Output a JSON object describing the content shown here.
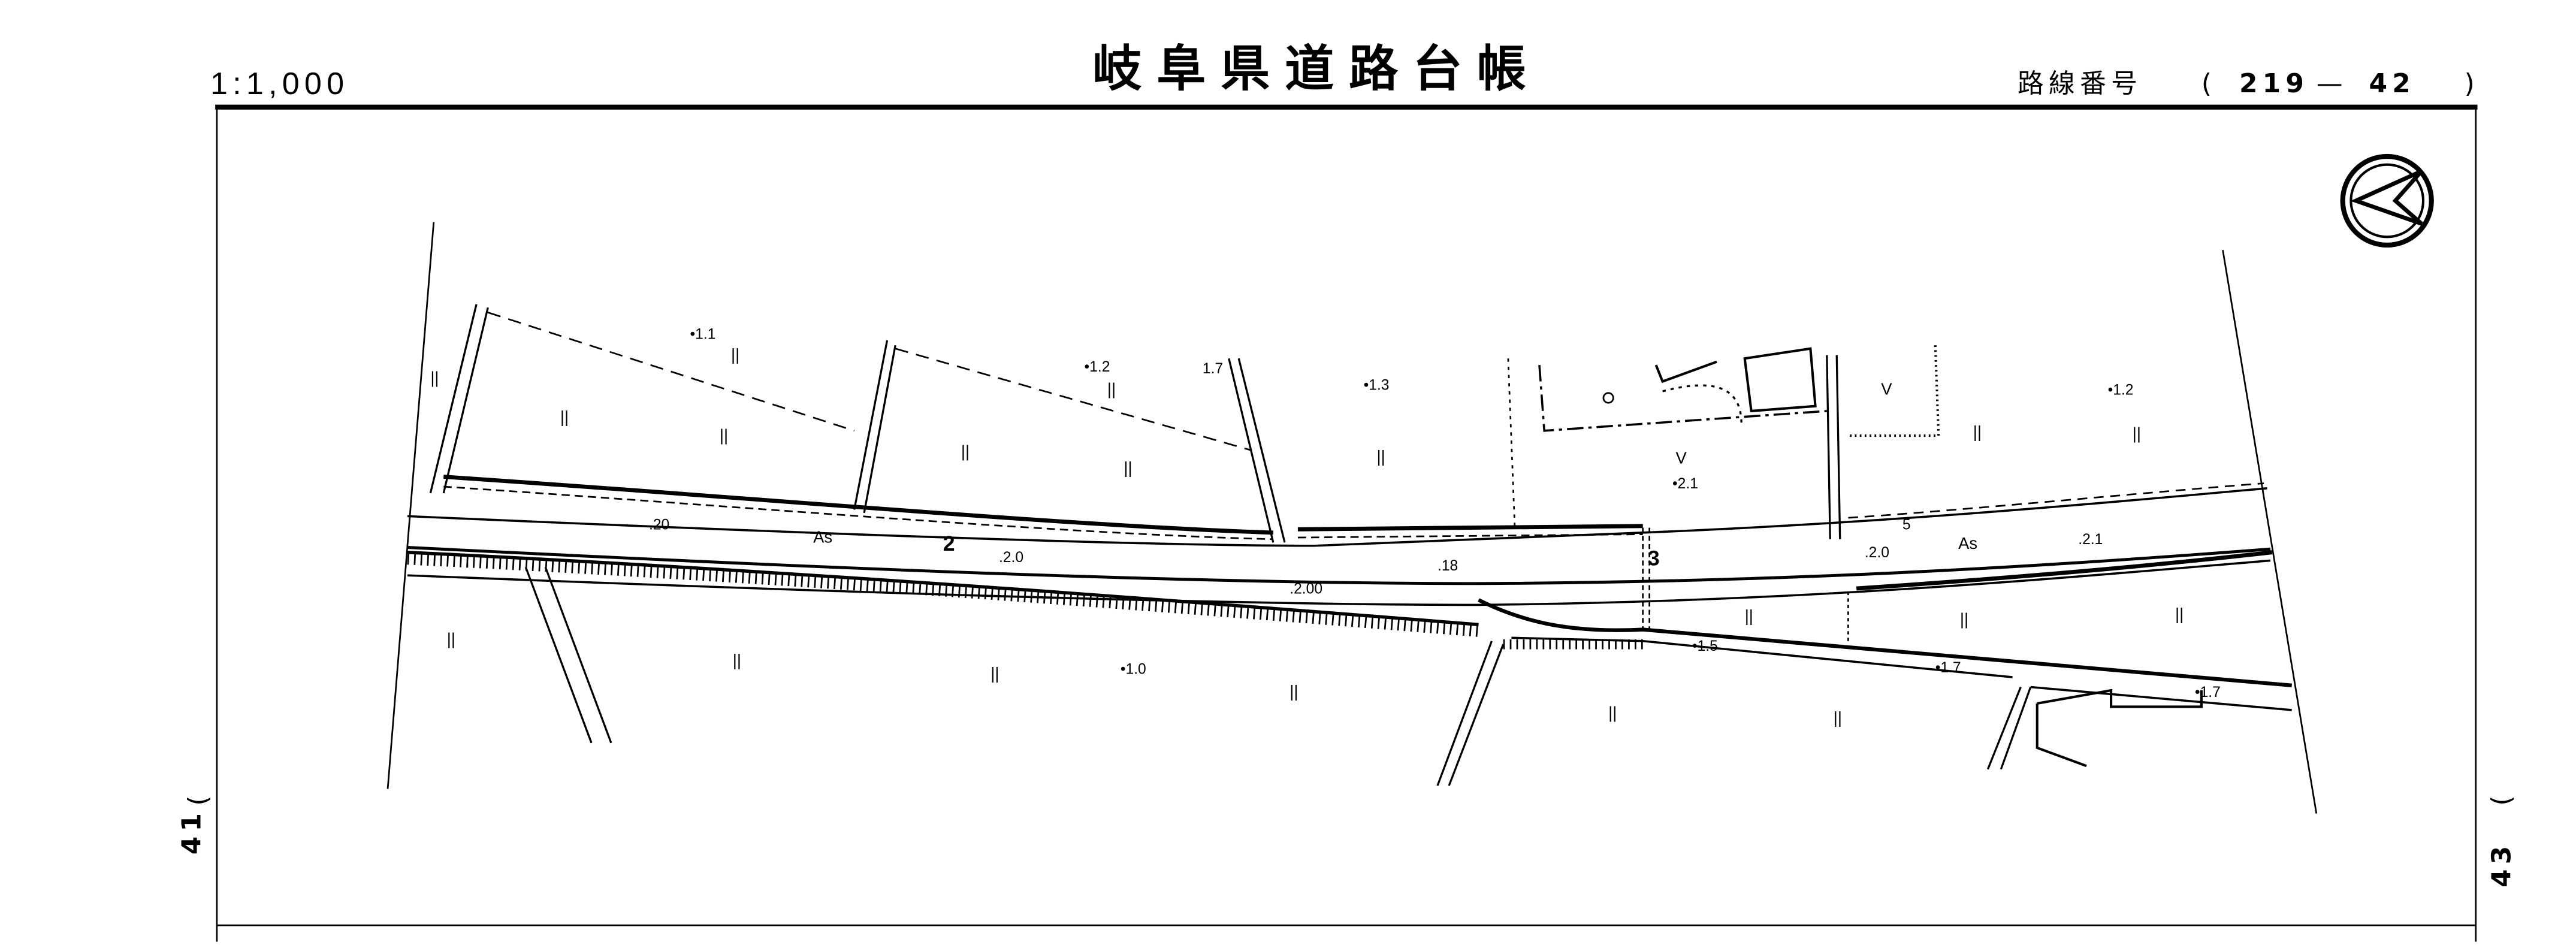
{
  "header": {
    "scale": "1:1,000",
    "title": "岐阜県道路台帳",
    "route_label": "路線番号",
    "route_open": "(",
    "route_number": "219",
    "route_dash": "—",
    "route_sheet": "42",
    "route_close": ")"
  },
  "side": {
    "prev_page": "41",
    "next_page": "43",
    "paren": ")"
  },
  "map": {
    "north_arrow": "compass-icon",
    "surface": [
      "As",
      "As"
    ],
    "stations": [
      "2",
      "3"
    ],
    "elevations": {
      "e1": "•1.1",
      "e2": "•1.2",
      "e3": "1.7",
      "e4": "•1.3",
      "e5": "•1.2",
      "e6": "•2.1",
      "e7": ".20",
      "e8": ".2.0",
      "e9": ".18",
      "e10": ".2.00",
      "e11": "•1.0",
      "e12": "•1.5",
      "e13": "•1.7",
      "e14": "•1.7",
      "e15": ".2.0",
      "e16": ".2.1",
      "e17": "5"
    },
    "field_mark": "||",
    "orchard_mark": "V"
  }
}
